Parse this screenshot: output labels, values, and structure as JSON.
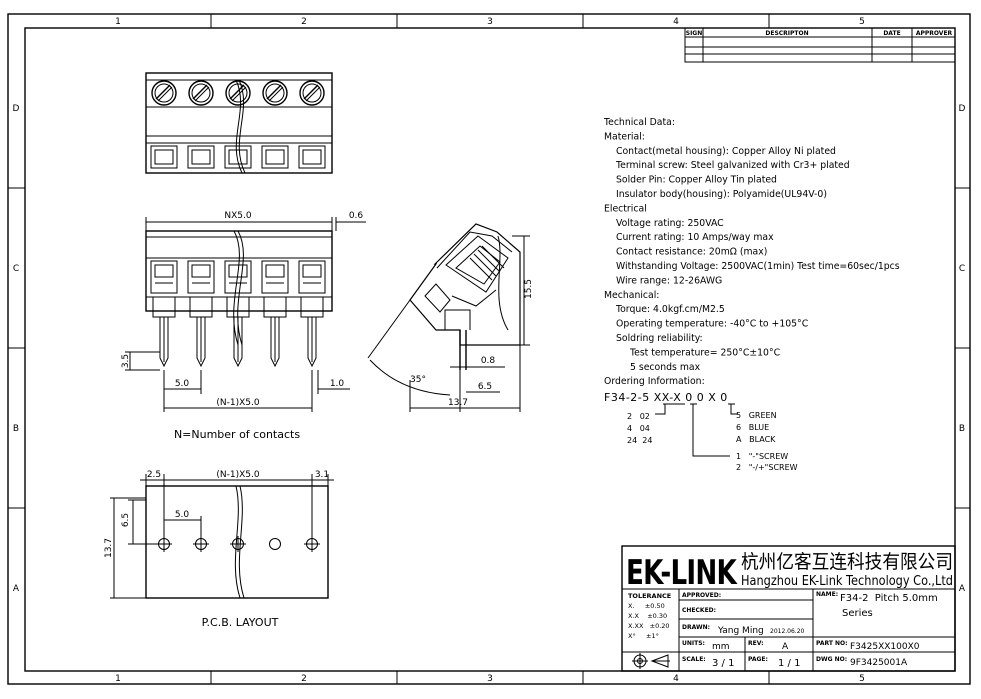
{
  "frame": {
    "col_labels": [
      "1",
      "2",
      "3",
      "4",
      "5"
    ],
    "row_labels": [
      "D",
      "C",
      "B",
      "A"
    ]
  },
  "revision_block": {
    "headers": [
      "SIGN",
      "DESCRIPTON",
      "DATE",
      "APPROVER"
    ]
  },
  "front_view": {
    "dim_top": "NX5.0",
    "dim_top_right": "0.6",
    "dim_left": "3.5",
    "dim_pitch": "5.0",
    "dim_right": "1.0",
    "dim_bottom": "(N-1)X5.0",
    "note": "N=Number of contacts"
  },
  "side_view": {
    "dim_height": "15.5",
    "dim_pin": "0.8",
    "dim_angle": "35°",
    "dim_offset": "6.5",
    "dim_depth": "13.7"
  },
  "pcb_layout": {
    "dim_left": "2.5",
    "dim_span": "(N-1)X5.0",
    "dim_right": "3.1",
    "dim_pitch": "5.0",
    "dim_row": "6.5",
    "dim_height": "13.7",
    "title": "P.C.B. LAYOUT"
  },
  "tech": {
    "lines": [
      "Technical Data:",
      "Material:",
      "Contact(metal housing): Copper Alloy Ni plated",
      "Terminal screw: Steel galvanized with Cr3+ plated",
      "Solder Pin: Copper Alloy Tin plated",
      "Insulator body(housing): Polyamide(UL94V-0)",
      "Electrical",
      "Voltage rating: 250VAC",
      "Current rating: 10 Amps/way max",
      "Contact resistance: 20mΩ (max)",
      "Withstanding Voltage: 2500VAC(1min) Test time=60sec/1pcs",
      "Wire range: 12-26AWG",
      "Mechanical:",
      "Torque: 4.0kgf.cm/M2.5",
      "Operating temperature: -40°C to +105°C",
      "Soldring reliability:",
      "Test temperature= 250°C±10°C",
      "5 seconds max",
      "Ordering Information:"
    ]
  },
  "ordering": {
    "code": "F34-2-5 XX-X 0 0 X 0",
    "poles": [
      "2   02",
      "4   04",
      "24  24"
    ],
    "colors": [
      "5   GREEN",
      "6   BLUE",
      "A   BLACK"
    ],
    "screws": [
      "1   \"-\"SCREW",
      "2   \"-/+\"SCREW"
    ]
  },
  "title_block": {
    "logo": "EK-LINK",
    "company_cn": "杭州亿客互连科技有限公司",
    "company_en": "Hangzhou EK-Link Technology Co.,Ltd",
    "tolerance_label": "TOLERANCE",
    "tolerances": [
      "X.     ±0.50",
      "X.X    ±0.30",
      "X.XX   ±0.20",
      "X°     ±1°"
    ],
    "approved_label": "APPROVED:",
    "checked_label": "CHECKED:",
    "drawn_label": "DRAWN:",
    "drawn_by": "Yang Ming",
    "drawn_date": "2012.06.20",
    "units_label": "UNITS:",
    "units": "mm",
    "rev_label": "REV:",
    "rev": "A",
    "scale_label": "SCALE:",
    "scale": "3 / 1",
    "page_label": "PAGE:",
    "page": "1 / 1",
    "name_label": "NAME:",
    "name_line1": "F34-2  Pitch 5.0mm",
    "name_line2": "Series",
    "partno_label": "PART NO:",
    "partno": "F3425XX100X0",
    "dwgno_label": "DWG NO:",
    "dwgno": "9F3425001A"
  }
}
